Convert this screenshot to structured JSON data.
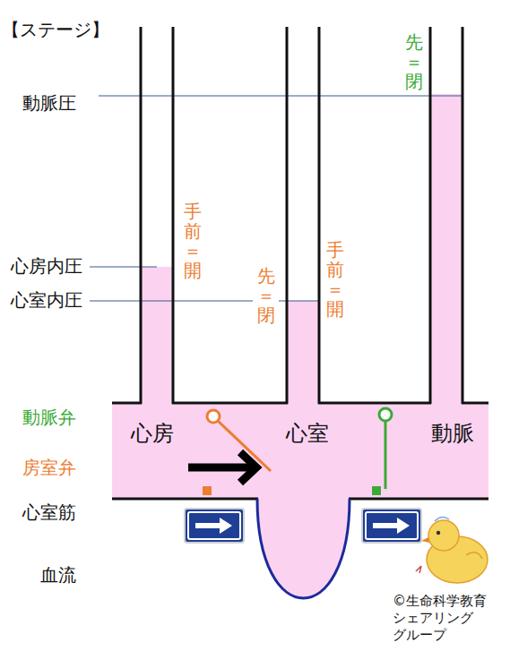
{
  "diagram": {
    "nodes": [
      {
        "text": [
          "心房"
        ]
      },
      {
        "text": [
          "心室"
        ]
      },
      {
        "text": [
          "動脈"
        ]
      }
    ],
    "edges": [
      {
        "from": 0,
        "to": 1,
        "arrow": "to"
      }
    ],
    "labels": [
      "【ステージ】",
      "動脈圧",
      "心房内圧",
      "心室内圧",
      "手前＝開",
      "先＝閉",
      "手前＝開",
      "先＝閉",
      "動脈弁",
      "房室弁",
      "心室筋",
      "血流",
      "©生命科学教育 シェアリング グループ"
    ]
  }
}
